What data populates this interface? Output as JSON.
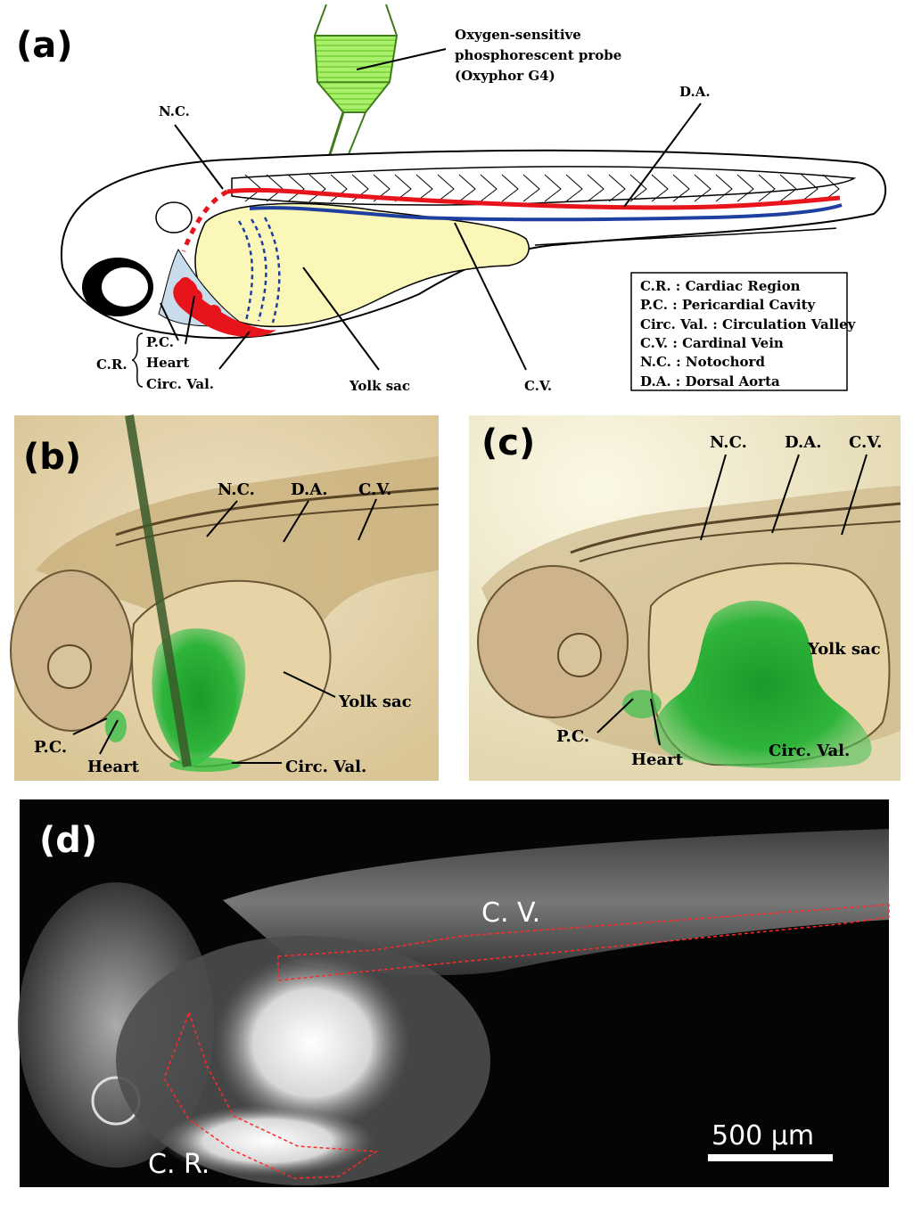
{
  "figure": {
    "panels": [
      {
        "id": "a",
        "letter": "(a)"
      },
      {
        "id": "b",
        "letter": "(b)"
      },
      {
        "id": "c",
        "letter": "(c)"
      },
      {
        "id": "d",
        "letter": "(d)"
      }
    ],
    "panel_a": {
      "probe_label_line1": "Oxygen-sensitive",
      "probe_label_line2": "phosphorescent probe",
      "probe_label_line3": "(Oxyphor G4)",
      "nc": "N.C.",
      "da": "D.A.",
      "cr": "C.R.",
      "pc": "P.C.",
      "heart": "Heart",
      "circ_val": "Circ. Val.",
      "yolk_sac": "Yolk sac",
      "cv": "C.V.",
      "legend": [
        "C.R. : Cardiac Region",
        "P.C. : Pericardial Cavity",
        "Circ. Val. : Circulation Valley",
        "C.V. : Cardinal Vein",
        "N.C. : Notochord",
        "D.A. : Dorsal Aorta"
      ]
    },
    "panel_b": {
      "nc": "N.C.",
      "da": "D.A.",
      "cv": "C.V.",
      "yolk_sac": "Yolk sac",
      "pc": "P.C.",
      "heart": "Heart",
      "circ_val": "Circ. Val."
    },
    "panel_c": {
      "nc": "N.C.",
      "da": "D.A.",
      "cv": "C.V.",
      "yolk_sac": "Yolk sac",
      "pc": "P.C.",
      "heart": "Heart",
      "circ_val": "Circ. Val."
    },
    "panel_d": {
      "cv": "C. V.",
      "cr": "C. R.",
      "scale_bar": "500 μm"
    },
    "colors": {
      "dorsal_aorta": "#e8141c",
      "cardinal_vein": "#1f3fa0",
      "yolk": "#fbf7b8",
      "probe": "#8ee04a",
      "fluor_outline": "#ff2a2a"
    }
  }
}
